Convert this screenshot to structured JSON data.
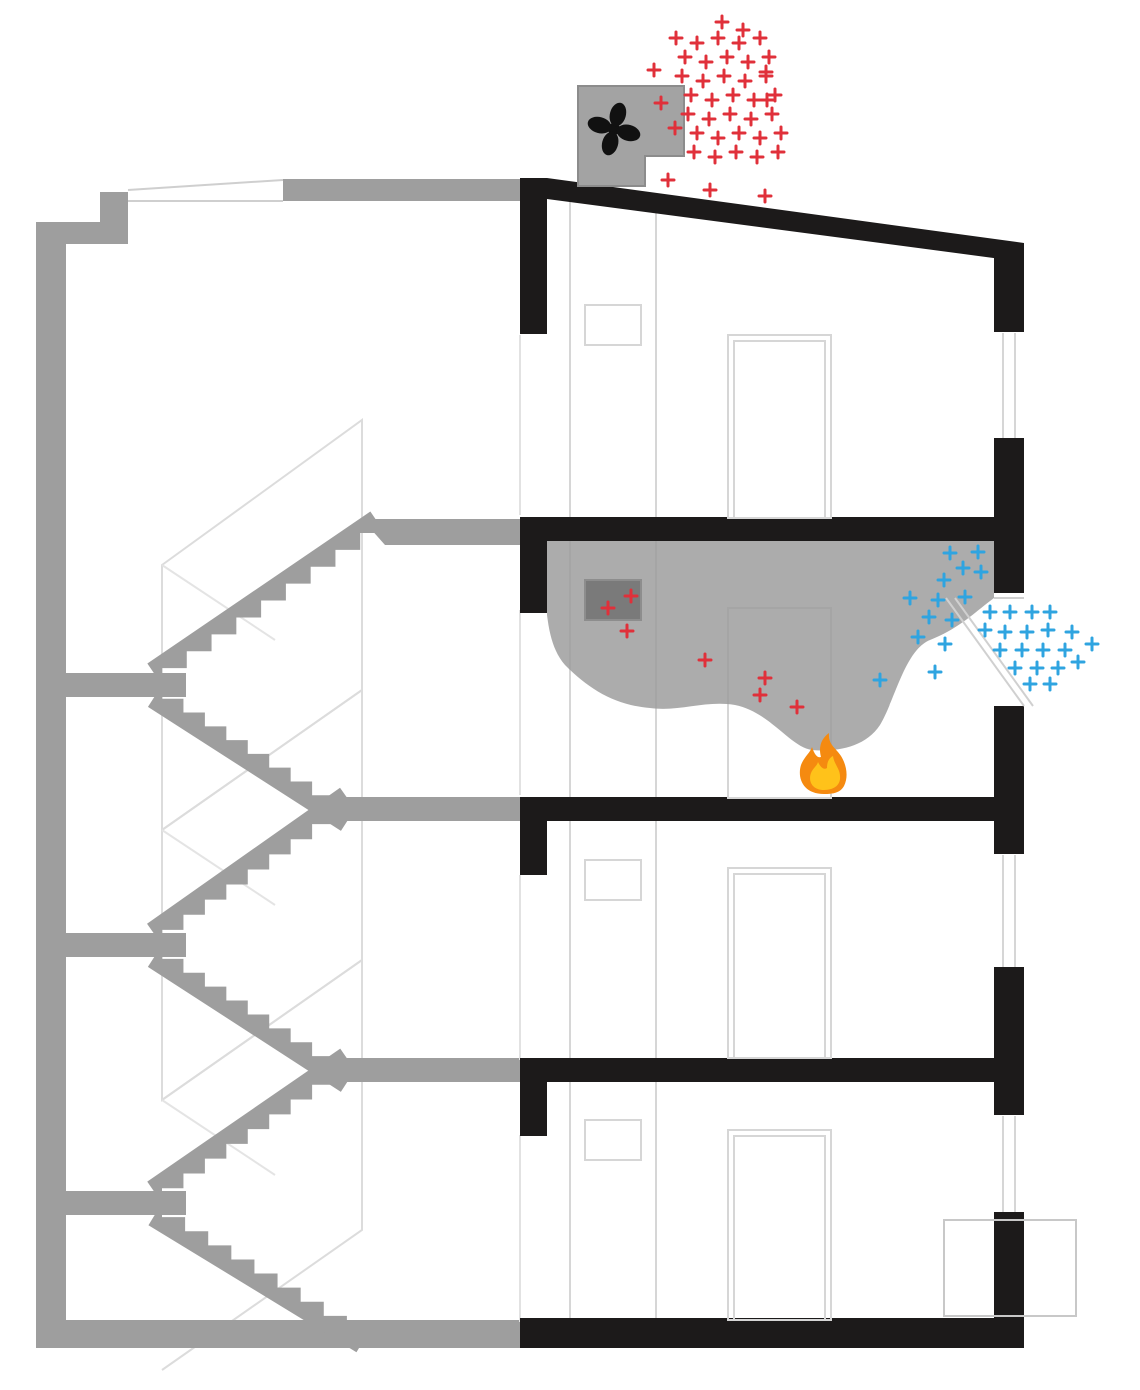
{
  "diagram": {
    "kind": "building-section-smoke-ventilation",
    "floors": 4,
    "fire_floor": 3,
    "colors": {
      "wall_apartment": "#1c1a1a",
      "wall_stair": "#9e9e9e",
      "outline": "#d2d2d2",
      "smoke": "#9a9a9a",
      "hot_air": "#e0303a",
      "fresh_air": "#2fa4e0",
      "fan_box": "#a3a3a3",
      "fan_blade": "#111111",
      "flame_outer": "#f58a10",
      "flame_inner": "#ffc21a"
    },
    "icons": [
      "fan-icon",
      "fire-icon",
      "hot-air-particle-icon",
      "fresh-air-particle-icon"
    ]
  }
}
